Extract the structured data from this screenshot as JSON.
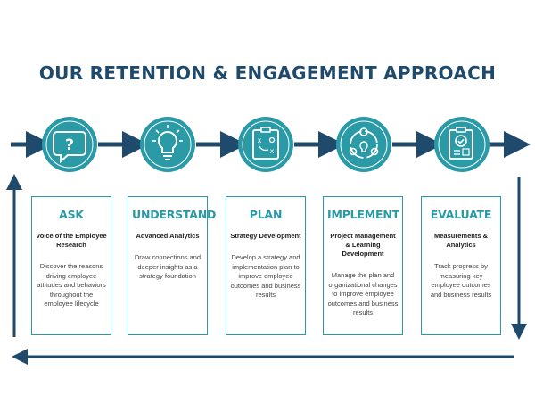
{
  "title": "OUR RETENTION & ENGAGEMENT APPROACH",
  "colors": {
    "navy": "#1f4a6b",
    "teal": "#2a9aa6"
  },
  "steps": [
    {
      "icon": "question-bubble-icon",
      "heading": "ASK",
      "subtitle": "Voice of the Employee Research",
      "body": "Discover the reasons driving employee attitudes and behaviors throughout the employee lifecycle"
    },
    {
      "icon": "lightbulb-icon",
      "heading": "UNDERSTAND",
      "subtitle": "Advanced Analytics",
      "body": "Draw connections and deeper insights as a strategy foundation"
    },
    {
      "icon": "strategy-board-icon",
      "heading": "PLAN",
      "subtitle": "Strategy Development",
      "body": "Develop a strategy and implementation plan to improve employee outcomes and business results"
    },
    {
      "icon": "gear-cycle-icon",
      "heading": "IMPLEMENT",
      "subtitle": "Project Management & Learning Development",
      "body": "Manage the plan and organizational changes to improve employee outcomes and business results"
    },
    {
      "icon": "clipboard-check-icon",
      "heading": "EVALUATE",
      "subtitle": "Measurements & Analytics",
      "body": "Track progress by measuring key employee outcomes and business results"
    }
  ]
}
